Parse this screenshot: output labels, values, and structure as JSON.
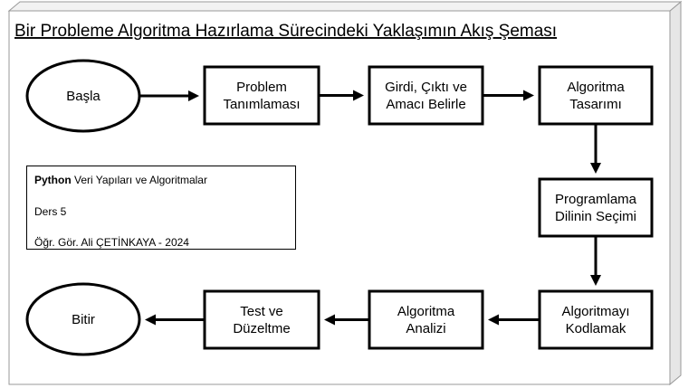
{
  "title": "Bir Probleme Algoritma Hazırlama Sürecindeki Yaklaşımın Akış Şeması",
  "nodes": {
    "start": [
      "Başla"
    ],
    "problem": [
      "Problem",
      "Tanımlaması"
    ],
    "io": [
      "Girdi, Çıktı ve",
      "Amacı Belirle"
    ],
    "design": [
      "Algoritma",
      "Tasarımı"
    ],
    "language": [
      "Programlama",
      "Dilinin Seçimi"
    ],
    "coding": [
      "Algoritmayı",
      "Kodlamak"
    ],
    "analysis": [
      "Algoritma",
      "Analizi"
    ],
    "test": [
      "Test ve",
      "Düzeltme"
    ],
    "end": [
      "Bitir"
    ]
  },
  "edges": [
    [
      "start",
      "problem"
    ],
    [
      "problem",
      "io"
    ],
    [
      "io",
      "design"
    ],
    [
      "design",
      "language"
    ],
    [
      "language",
      "coding"
    ],
    [
      "coding",
      "analysis"
    ],
    [
      "analysis",
      "test"
    ],
    [
      "test",
      "end"
    ]
  ],
  "info": {
    "line1_bold": "Python",
    "line1_rest": " Veri Yapıları ve Algoritmalar",
    "line2": "Ders 5",
    "line3": "Öğr. Gör. Ali ÇETİNKAYA - 2024"
  }
}
